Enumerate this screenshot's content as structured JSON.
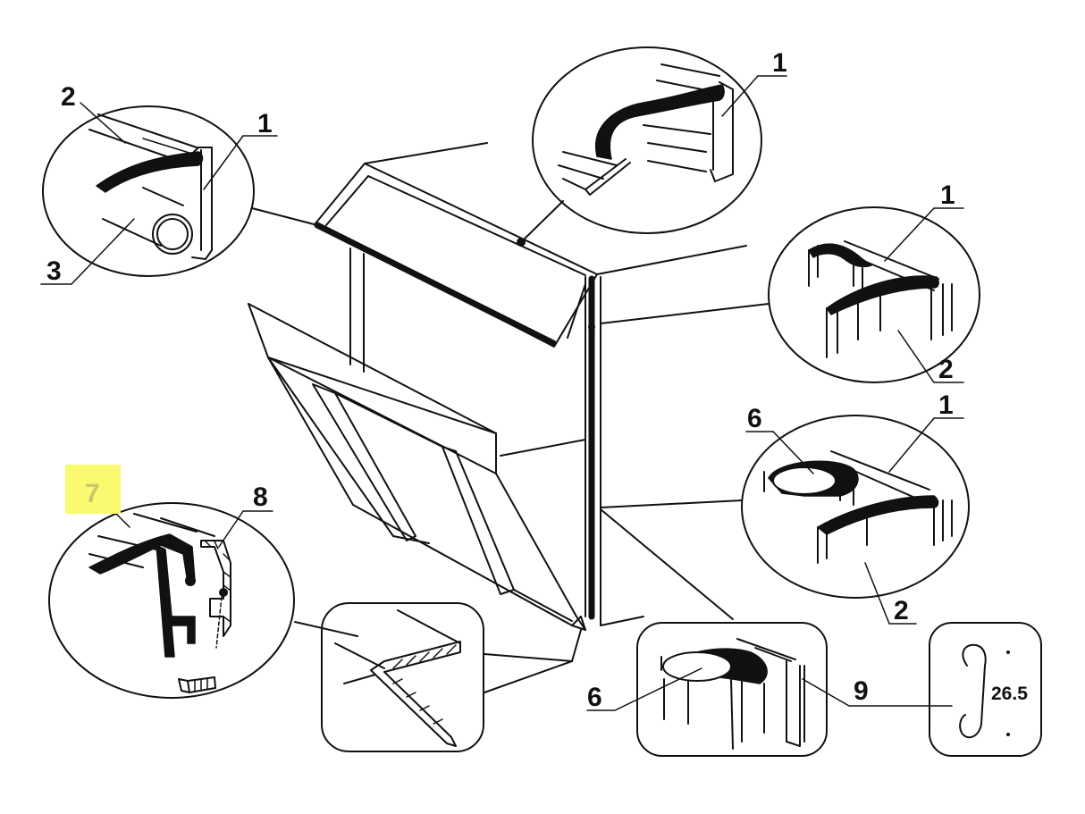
{
  "labels": {
    "tl_2": "2",
    "tl_1": "1",
    "tl_3": "3",
    "top_1": "1",
    "r1_1": "1",
    "r1_2": "2",
    "r2_6": "6",
    "r2_1": "1",
    "r2_2": "2",
    "bl_7": "7",
    "bl_8": "8",
    "bc_6": "6",
    "bc_9": "9"
  },
  "dimension": "26.5",
  "colors": {
    "highlight": "#fafa70",
    "highlight_text": "#c7c76a",
    "ink": "#111111"
  }
}
